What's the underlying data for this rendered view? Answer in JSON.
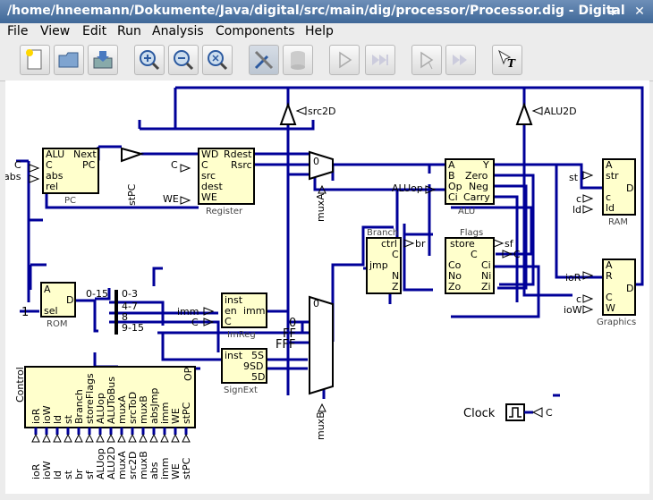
{
  "window": {
    "title": "/home/hneemann/Dokumente/Java/digital/src/main/dig/processor/Processor.dig - Digital"
  },
  "menu": [
    "File",
    "View",
    "Edit",
    "Run",
    "Analysis",
    "Components",
    "Help"
  ],
  "toolbar": [
    "new",
    "open",
    "save",
    "zoom-in",
    "zoom-out",
    "zoom-fit",
    "tree-tools",
    "database",
    "run",
    "fast-step",
    "step",
    "skip",
    "text"
  ],
  "circuit": {
    "pc": {
      "name": "PC",
      "in": [
        "ALU",
        "C",
        "abs",
        "rel"
      ],
      "out": [
        "Next",
        "PC"
      ]
    },
    "register": {
      "name": "Register",
      "in": [
        "WD",
        "C",
        "src",
        "dest",
        "WE"
      ],
      "out": [
        "Rdest",
        "Rsrc"
      ]
    },
    "alu": {
      "name": "ALU",
      "in": [
        "A",
        "B",
        "Op",
        "Ci"
      ],
      "out": [
        "Y",
        "Zero",
        "Neg",
        "Carry"
      ]
    },
    "ram": {
      "name": "RAM",
      "in": [
        "A",
        "str",
        "c",
        "ld"
      ],
      "out": [
        "D"
      ]
    },
    "graphics": {
      "name": "Graphics",
      "in": [
        "A",
        "R",
        "C",
        "W"
      ],
      "out": [
        "D"
      ]
    },
    "branch": {
      "name": "Branch",
      "in": [
        "ctrl",
        "C",
        "jmp",
        "N",
        "Z"
      ],
      "out": []
    },
    "flags": {
      "name": "Flags",
      "in": [
        "store",
        "C",
        "Co",
        "No",
        "Zo"
      ],
      "out": [
        "Ci",
        "Ni",
        "Zi"
      ]
    },
    "rom": {
      "name": "ROM",
      "in": [
        "A",
        "sel"
      ],
      "out": [
        "D"
      ]
    },
    "imreg": {
      "name": "ImReg",
      "in": [
        "inst",
        "en",
        "C"
      ],
      "out": [
        "imm"
      ]
    },
    "signext": {
      "name": "SignExt",
      "in": [
        "inst"
      ],
      "out": [
        "5S",
        "9SD",
        "5D"
      ]
    },
    "control": {
      "name": "Control",
      "pins": [
        "ioR",
        "ioW",
        "ld",
        "st",
        "Branch",
        "storeFlags",
        "ALUop",
        "ALUToBus",
        "muxA",
        "srcToD",
        "muxB",
        "absJmp",
        "imm",
        "WE",
        "stPC"
      ],
      "out": [
        "OP"
      ]
    },
    "splitter_labels": [
      "0-15",
      "0-3",
      "4-7",
      "8",
      "9-15"
    ],
    "tunnels": [
      "src2D",
      "ALU2D",
      "C",
      "abs",
      "stPC",
      "C",
      "WE",
      "muxA",
      "ALUop",
      "br",
      "sf",
      "C",
      "st",
      "c",
      "ld",
      "ioR",
      "c",
      "ioW",
      "imm",
      "C",
      "muxB",
      "C"
    ],
    "constants": [
      "1",
      "0",
      "FF",
      "FFF"
    ],
    "mux_labels": [
      "0"
    ],
    "control_outputs": [
      "ioR",
      "ioW",
      "ld",
      "st",
      "br",
      "sf",
      "ALUop",
      "ALU2D",
      "muxA",
      "src2D",
      "muxB",
      "abs",
      "imm",
      "WE",
      "stPC"
    ],
    "clock": {
      "label": "Clock",
      "tunnel": "C"
    }
  }
}
